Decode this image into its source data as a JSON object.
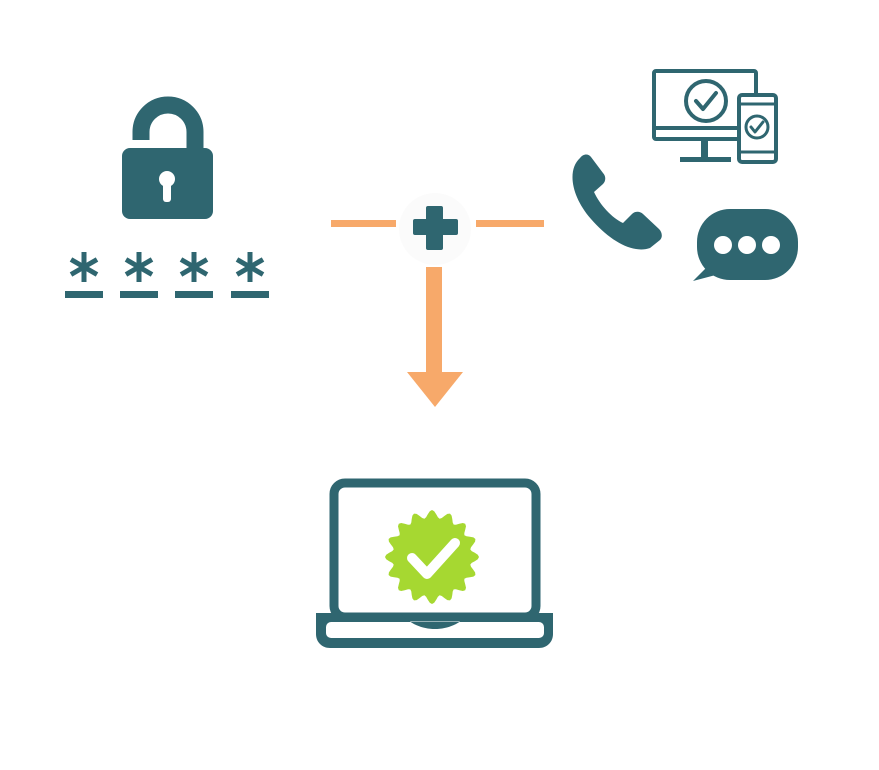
{
  "colors": {
    "primary": "#2f6670",
    "accent": "#f7a96a",
    "success": "#a6d831",
    "background": "#ffffff",
    "icon_fg": "#ffffff"
  },
  "nodes": [
    {
      "id": "password",
      "icons": [
        "open-padlock-icon",
        "password-asterisks-icon"
      ]
    },
    {
      "id": "second-factor",
      "icons": [
        "desktop-monitor-check-icon",
        "smartphone-check-icon",
        "phone-handset-icon",
        "chat-bubble-dots-icon"
      ]
    },
    {
      "id": "combine",
      "icons": [
        "plus-icon"
      ]
    },
    {
      "id": "verified-device",
      "icons": [
        "laptop-icon",
        "verified-badge-icon"
      ]
    }
  ],
  "password_masks": [
    "*",
    "*",
    "*",
    "*"
  ]
}
